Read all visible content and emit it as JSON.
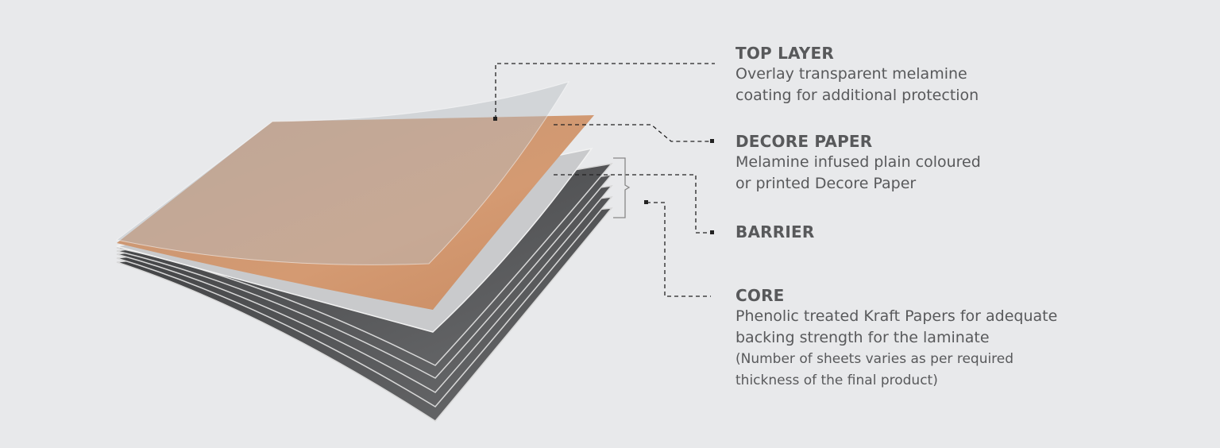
{
  "colors": {
    "background": "#e8e9eb",
    "text": "#58595b",
    "wood": "#c9906a",
    "core": "#555658",
    "barrier": "#c8c9cb"
  },
  "layers": [
    {
      "title": "TOP LAYER",
      "lines": [
        "Overlay transparent melamine",
        "coating for additional protection"
      ]
    },
    {
      "title": "DECORE PAPER",
      "lines": [
        "Melamine infused plain coloured",
        "or printed Decore Paper"
      ]
    },
    {
      "title": "BARRIER",
      "lines": []
    },
    {
      "title": "CORE",
      "lines": [
        "Phenolic treated Kraft Papers for adequate",
        "backing strength for the laminate"
      ],
      "notes": [
        "(Number of sheets varies as per required",
        "thickness of the final product)"
      ]
    }
  ]
}
